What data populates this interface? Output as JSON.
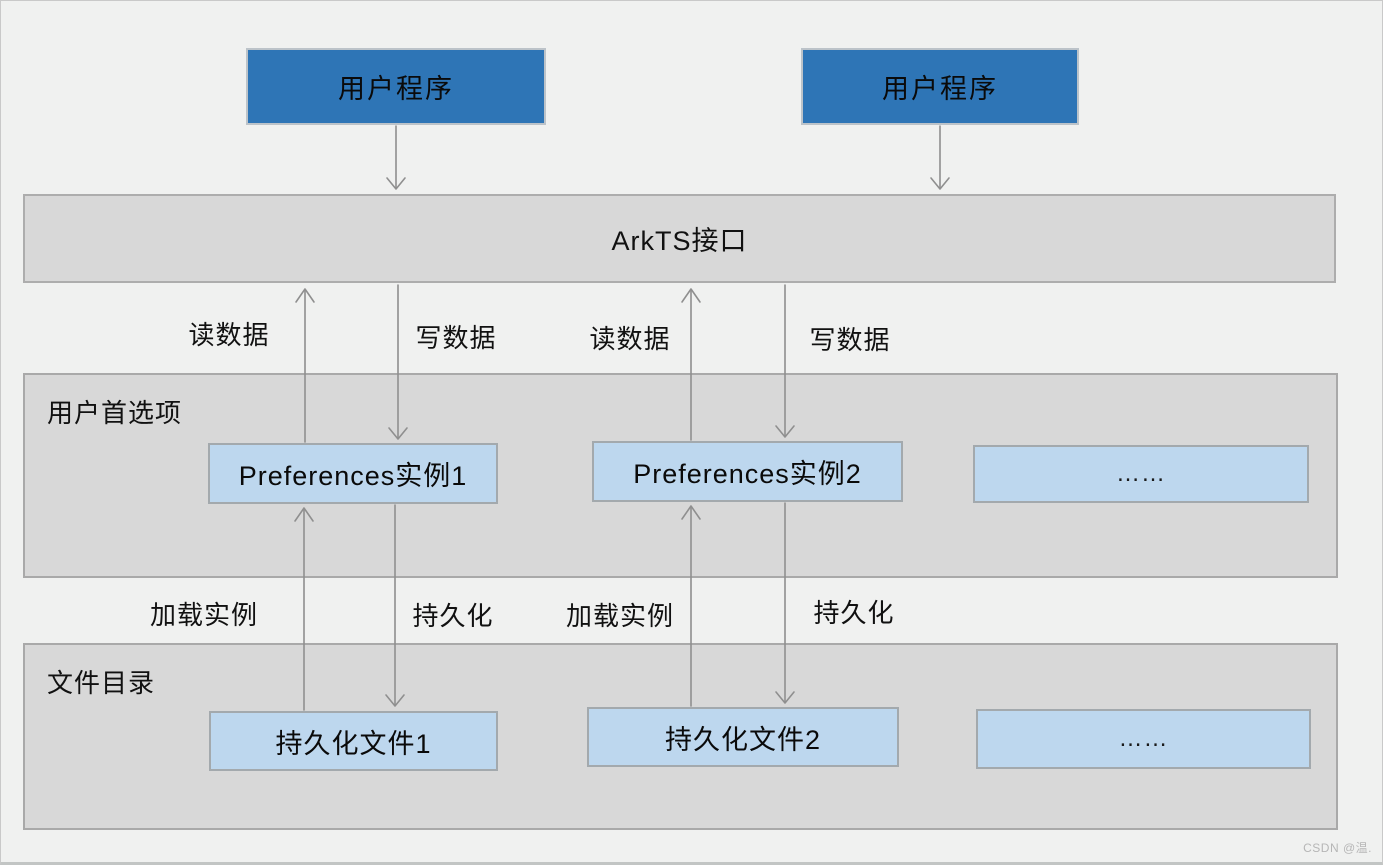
{
  "diagram": {
    "top_apps": [
      {
        "label": "用户程序"
      },
      {
        "label": "用户程序"
      }
    ],
    "api_bar": {
      "label": "ArkTS接口"
    },
    "flow_labels": {
      "read_1": "读数据",
      "write_1": "写数据",
      "read_2": "读数据",
      "write_2": "写数据",
      "load_1": "加载实例",
      "persist_1": "持久化",
      "load_2": "加载实例",
      "persist_2": "持久化"
    },
    "preferences_region": {
      "title": "用户首选项",
      "instances": [
        "Preferences实例1",
        "Preferences实例2",
        "……"
      ]
    },
    "files_region": {
      "title": "文件目录",
      "files": [
        "持久化文件1",
        "持久化文件2",
        "……"
      ]
    },
    "colors": {
      "app_box": "#2e75b6",
      "instance_box": "#bdd7ee",
      "region_bg": "#d8d8d8",
      "page_bg": "#f0f1f0",
      "arrow": "#8f8f8f"
    },
    "watermark": "CSDN @温."
  }
}
